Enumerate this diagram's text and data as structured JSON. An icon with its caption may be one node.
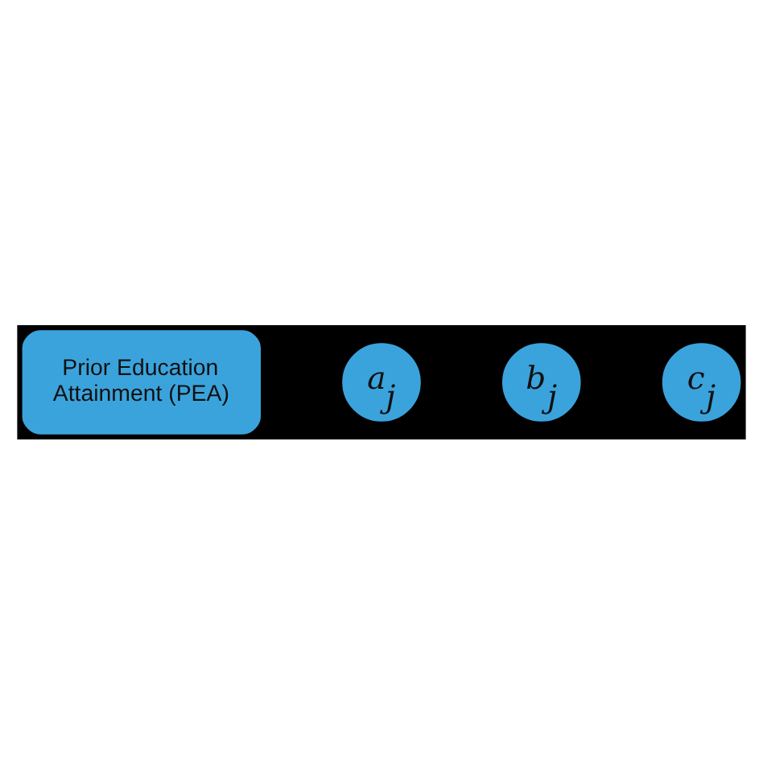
{
  "diagram": {
    "nodes": [
      {
        "text": [
          "Prior Education Attainment (PEA)"
        ]
      },
      {
        "text": [
          "a$_{j}$"
        ]
      },
      {
        "text": [
          "b$_{j}$"
        ]
      },
      {
        "text": [
          "c$_{j}$"
        ]
      }
    ],
    "edges": []
  }
}
